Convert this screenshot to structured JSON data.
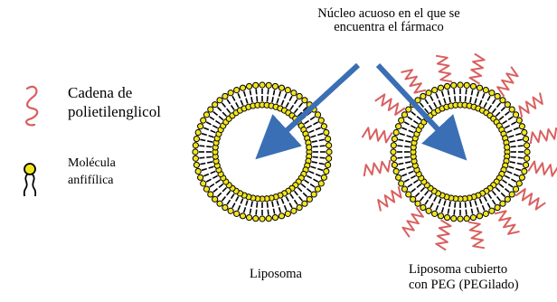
{
  "labels": {
    "core_line1": "Núcleo acuoso en el que se",
    "core_line2": "encuentra el fármaco",
    "peg_line1": "Cadena de",
    "peg_line2": "polietilenglicol",
    "mol_line1": "Molécula",
    "mol_line2": "anfifílica",
    "liposome": "Liposoma",
    "peg_liposome_line1": "Liposoma cubierto",
    "peg_liposome_line2": "con PEG (PEGilado)"
  },
  "legend_icons": [
    "peg-chain-icon",
    "amphiphilic-molecule-icon"
  ],
  "colors": {
    "peg_chain": "#d95f5f",
    "lipid_head": "#f2e51d",
    "lipid_outline": "#000000",
    "arrow": "#3a6fb5"
  }
}
